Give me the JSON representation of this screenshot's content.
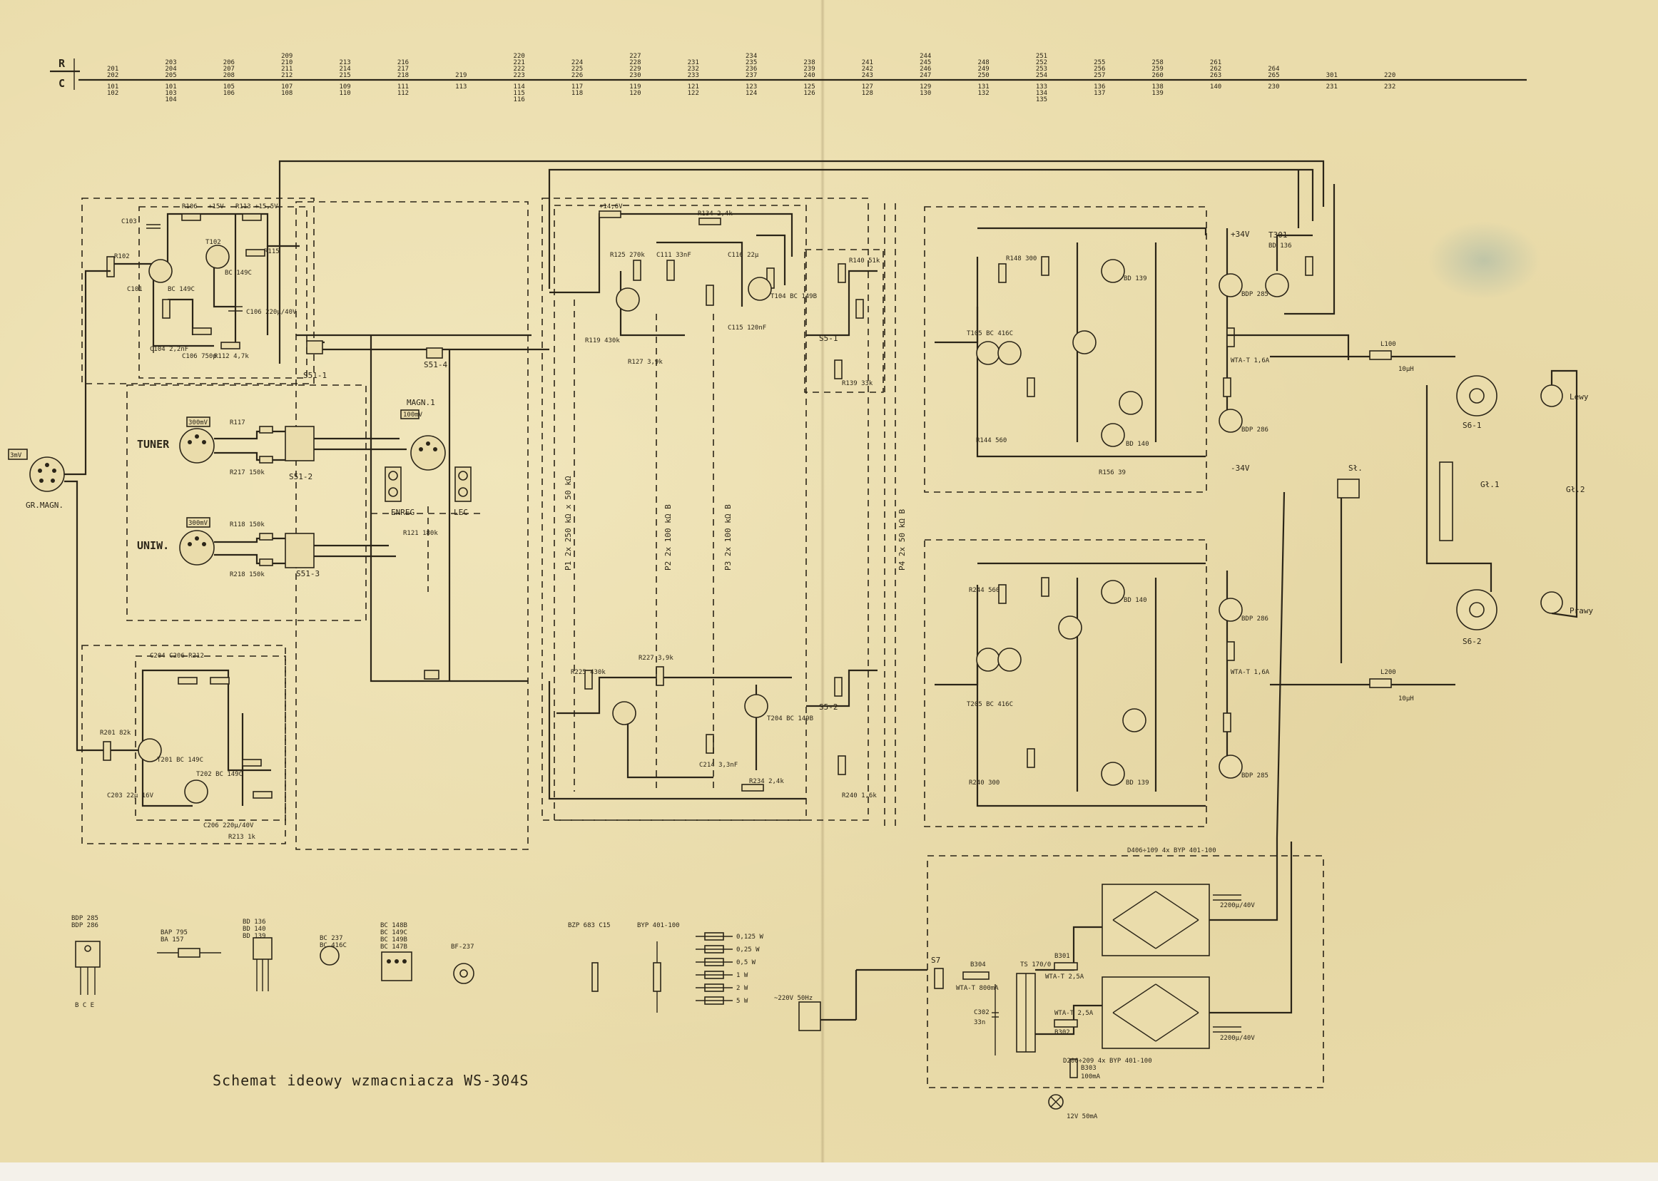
{
  "title": "Schemat ideowy wzmacniacza WS-304S",
  "header": {
    "row_r": "R",
    "row_c": "C",
    "groups": [
      {
        "r": "201 202",
        "c": "101 102"
      },
      {
        "r": "203 204 205",
        "c": "101 103 104"
      },
      {
        "r": "206 207 208",
        "c": "105 106"
      },
      {
        "r": "209 210 211 212",
        "c": "107 108"
      },
      {
        "r": "213 214 215",
        "c": "109 110"
      },
      {
        "r": "216 217 218",
        "c": "111 112"
      },
      {
        "r": "219",
        "c": "113"
      },
      {
        "r": "220 221 222 223",
        "c": "114 115 116"
      },
      {
        "r": "224 225 226",
        "c": "117 118"
      },
      {
        "r": "227 228 229 230",
        "c": "119 120"
      },
      {
        "r": "231 232 233",
        "c": "121 122"
      },
      {
        "r": "234 235 236 237",
        "c": "123 124"
      },
      {
        "r": "238 239 240",
        "c": "125 126"
      },
      {
        "r": "241 242 243",
        "c": "127 128"
      },
      {
        "r": "244 245 246 247",
        "c": "129 130"
      },
      {
        "r": "248 249 250",
        "c": "131 132"
      },
      {
        "r": "251 252 253 254",
        "c": "133 134 135"
      },
      {
        "r": "255 256 257",
        "c": "136 137"
      },
      {
        "r": "258 259 260",
        "c": "138 139"
      },
      {
        "r": "261 262 263",
        "c": "140"
      },
      {
        "r": "264 265",
        "c": "230"
      },
      {
        "r": "301",
        "c": "231"
      },
      {
        "r": "220",
        "c": "232"
      }
    ]
  },
  "inputs": {
    "gr_magn": "GR.MAGN.",
    "gr_magn_level": "3mV",
    "tuner": "TUNER",
    "tuner_level": "300mV",
    "uniw": "UNIW.",
    "uniw_level": "300mV"
  },
  "switches": {
    "s51_1": "S51-1",
    "s51_2": "S51-2",
    "s51_3": "S51-3",
    "s51_4": "S51-4",
    "s5_1": "S5-1",
    "s5_2": "S5-2",
    "s6_1": "S6-1",
    "s6_2": "S6-2",
    "s7": "S7"
  },
  "tape": {
    "magn": "MAGN.1",
    "magn_level": "100mV",
    "enreg": "ENREG",
    "lec": "LEC"
  },
  "pots": {
    "p1": "P1  2x 250 kΩ x 50 kΩ",
    "p2": "P2  2x 100 kΩ B",
    "p3": "P3  2x 100 kΩ B",
    "p4": "P4  2x 50 kΩ B"
  },
  "power_amp": {
    "plus_rail": "+34V",
    "minus_rail": "-34V",
    "fuse_top": "WTA-T 1,6A",
    "fuse_bot": "WTA-T 1,6A",
    "t301": "T301",
    "t301_type": "BD 136",
    "out_l": "Lewy",
    "out_p": "Prawy",
    "gl1": "Gł.1",
    "gl2": "Gł.2",
    "sl": "Sł.",
    "l100": "L100",
    "l200": "L200",
    "l_value": "10µH"
  },
  "supply": {
    "mains": "~220V 50Hz",
    "fuse_main": "WTA-T 800mA",
    "b304": "B304",
    "c302": "C302",
    "c302_val": "33n",
    "transformer": "TS 170/0",
    "b301": "B301",
    "b301_val": "WTA-T 2,5A",
    "b302": "B302",
    "b302_val": "WTA-T 2,5A",
    "b303": "B303",
    "b303_val": "100mA",
    "lamp": "12V 50mA",
    "bridge_top": "D406÷109 4x BYP 401-100",
    "bridge_bot": "D206÷209 4x BYP 401-100",
    "cap_top": "2200µ/40V",
    "cap_bot": "2200µ/40V"
  },
  "legend": {
    "items": [
      {
        "name": "BDP 285 / BDP 286",
        "pins": "B C E"
      },
      {
        "name": "BAP 795 / BA 157"
      },
      {
        "name": "BD 136 / BD 140 / BD 139"
      },
      {
        "name": "BC 237 / BC 416C"
      },
      {
        "name": "BC 148B / BC 149C / BC 149B / BC 147B"
      },
      {
        "name": "BF-237"
      },
      {
        "name": "BZP 683 C15"
      },
      {
        "name": "BYP 401-100"
      }
    ],
    "resistor_powers": [
      "0,125 W",
      "0,25 W",
      "0,5 W",
      "1 W",
      "2 W",
      "5 W"
    ]
  }
}
